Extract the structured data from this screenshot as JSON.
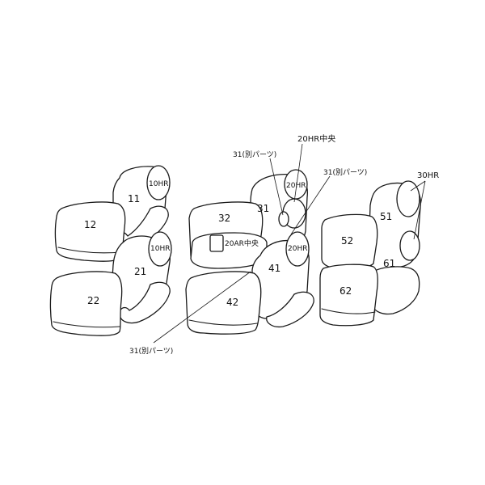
{
  "groups": {
    "front_left": {
      "back_label": "11",
      "headrest_label": "10HR",
      "cushion_label": "12"
    },
    "front_right": {
      "back_label": "21",
      "headrest_label": "10HR",
      "cushion_label": "22"
    },
    "second_row": {
      "back_left_label": "31",
      "back_right_label": "41",
      "cushion_left_label": "32",
      "cushion_right_label": "42",
      "headrest_left_label": "20HR",
      "headrest_right_label": "20HR",
      "armrest_label": "20AR中央",
      "callout_center_hr": "20HR中央",
      "callout_part_a": "31(別パーツ)",
      "callout_part_b": "31(別パーツ)",
      "callout_part_c": "31(別パーツ)"
    },
    "third_row": {
      "back_left_label": "51",
      "back_right_label": "61",
      "cushion_left_label": "52",
      "cushion_right_label": "62",
      "headrest_callout": "30HR"
    }
  }
}
